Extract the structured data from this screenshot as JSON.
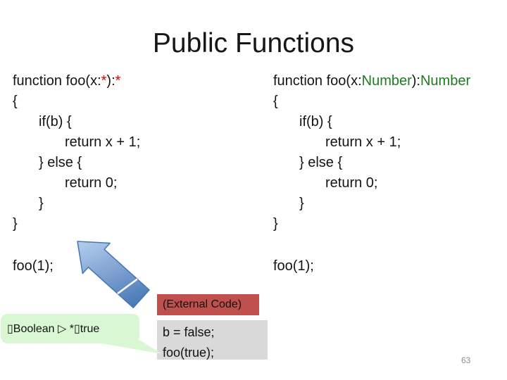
{
  "slide": {
    "title": "Public Functions",
    "page_number": "63"
  },
  "code_left": {
    "signature": {
      "pre": "function foo(x:",
      "param_type": "*",
      "mid": "):",
      "return_type": "*"
    },
    "body": [
      {
        "indent": 0,
        "text": "{"
      },
      {
        "indent": 1,
        "text": "if(b) {"
      },
      {
        "indent": 2,
        "text": "return x + 1;"
      },
      {
        "indent": 1,
        "text": "} else {"
      },
      {
        "indent": 2,
        "text": "return 0;"
      },
      {
        "indent": 1,
        "text": "}"
      },
      {
        "indent": 0,
        "text": "}"
      }
    ],
    "call": "foo(1);"
  },
  "code_right": {
    "signature": {
      "pre": "function foo(x:",
      "param_type": "Number",
      "mid": "):",
      "return_type": "Number"
    },
    "body": [
      {
        "indent": 0,
        "text": "{"
      },
      {
        "indent": 1,
        "text": "if(b) {"
      },
      {
        "indent": 2,
        "text": "return x + 1;"
      },
      {
        "indent": 1,
        "text": "} else {"
      },
      {
        "indent": 2,
        "text": "return 0;"
      },
      {
        "indent": 1,
        "text": "}"
      },
      {
        "indent": 0,
        "text": "}"
      }
    ],
    "call": "foo(1);"
  },
  "external_code": {
    "label": "(External Code)",
    "lines": [
      "b = false;",
      "foo(true);"
    ]
  },
  "callout": {
    "text": "▯Boolean ▷ *▯true"
  },
  "colors": {
    "wildcard_type": "#e00000",
    "number_type": "#1e7b1e",
    "external_label_bg": "#c0504d",
    "external_code_bg": "#d9d9d9",
    "callout_bg": "#d9f7d2",
    "arrow_light": "#c3d7f2",
    "arrow_dark": "#3b6fb2",
    "arrow_border": "#4576b4"
  }
}
